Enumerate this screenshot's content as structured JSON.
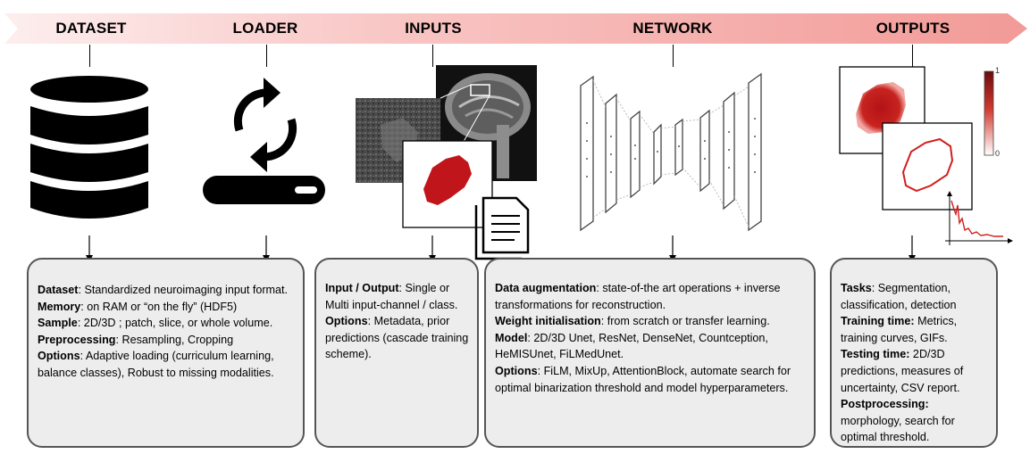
{
  "stages": {
    "dataset": "DATASET",
    "loader": "LOADER",
    "inputs": "INPUTS",
    "network": "NETWORK",
    "outputs": "OUTPUTS"
  },
  "colorbar": {
    "max": "1",
    "min": "0"
  },
  "boxes": {
    "dataset": [
      {
        "label": "Dataset",
        "text": ": Standardized neuroimaging input format."
      },
      {
        "label": "Memory",
        "text": ": on RAM or “on the fly” (HDF5)"
      },
      {
        "label": "Sample",
        "text": ": 2D/3D ; patch, slice, or whole volume."
      },
      {
        "label": "Preprocessing",
        "text": ": Resampling, Cropping"
      },
      {
        "label": "Options",
        "text": ": Adaptive loading (curriculum learning, balance classes), Robust to missing modalities."
      }
    ],
    "inputs": [
      {
        "label": "Input / Output",
        "text": ": Single or Multi input-channel / class."
      },
      {
        "label": "Options",
        "text": ": Metadata, prior predictions (cascade training scheme)."
      }
    ],
    "network": [
      {
        "label": "Data augmentation",
        "text": ": state-of-the art operations + inverse transformations for reconstruction."
      },
      {
        "label": "Weight initialisation",
        "text": ": from scratch or transfer learning."
      },
      {
        "label": "Model",
        "text": ": 2D/3D Unet, ResNet, DenseNet, Countception, HeMISUnet, FiLMedUnet."
      },
      {
        "label": "Options",
        "text": ": FiLM, MixUp, AttentionBlock, automate search for optimal binarization threshold and model hyperparameters."
      }
    ],
    "outputs": [
      {
        "label": "Tasks",
        "text": ": Segmentation, classification, detection"
      },
      {
        "label": "Training time:",
        "text": " Metrics, training curves, GIFs."
      },
      {
        "label": "Testing time:",
        "text": " 2D/3D predictions, measures of uncertainty, CSV report."
      },
      {
        "label": "Postprocessing:",
        "text": " morphology, search for optimal threshold."
      }
    ]
  },
  "colors": {
    "banner_start": "#ffffff",
    "banner_end": "#f4a3a0",
    "segmentation_red": "#c0161b",
    "box_fill": "#ededed",
    "box_border": "#555555"
  }
}
